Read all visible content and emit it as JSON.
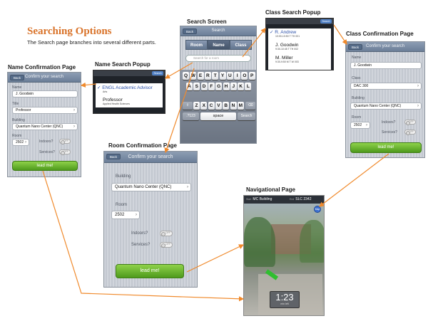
{
  "heading": {
    "title": "Searching Options",
    "subtitle": "The Search page branches into several different parts."
  },
  "captions": {
    "search_screen": "Search Screen",
    "class_search_popup": "Class Search Popup",
    "class_confirmation_page": "Class Confirmation Page",
    "name_search_popup": "Name Search Popup",
    "name_confirmation_page": "Name Confirmation Page",
    "room_confirmation_page": "Room Confirmation Page",
    "navigational_page": "Navigational Page"
  },
  "search_screen": {
    "back": "Back",
    "title": "Search",
    "segments": [
      "Room",
      "Name",
      "Class"
    ],
    "search_placeholder": "Search for a room",
    "keys_row1": [
      "Q",
      "W",
      "E",
      "R",
      "T",
      "Y",
      "U",
      "I",
      "O",
      "P"
    ],
    "keys_row2": [
      "A",
      "S",
      "D",
      "F",
      "G",
      "H",
      "J",
      "K",
      "L"
    ],
    "keys_row3": [
      "Z",
      "X",
      "C",
      "V",
      "B",
      "N",
      "M"
    ],
    "key_numbers": ".?123",
    "key_space": "space",
    "key_search": "Search"
  },
  "class_search_popup": {
    "button": "Search",
    "items": [
      {
        "check": "✓",
        "name": "R. Andrew",
        "detail": "10:00-10:50 T TH 001"
      },
      {
        "check": "",
        "name": "J. Goodwin",
        "detail": "9:30-10:45 T TH 002"
      },
      {
        "check": "",
        "name": "M. Miller",
        "detail": "9:30-9:50 M T W 003"
      }
    ]
  },
  "name_search_popup": {
    "button": "Search",
    "items": [
      {
        "check": "✓",
        "name": "ENGL Academic Advisor",
        "detail": "Arts"
      },
      {
        "check": "",
        "name": "Professor",
        "detail": "Applied Health Sciences"
      }
    ]
  },
  "class_confirmation": {
    "back": "Back",
    "title": "Confirm your search",
    "name_label": "Name",
    "name_value": "J. Goodwin",
    "class_label": "Class",
    "class_value": "DAC 300",
    "building_label": "Building",
    "building_value": "Quantum Nano Center (QNC)",
    "room_label": "Room",
    "room_value": "2502",
    "indoors_label": "Indoors?",
    "services_label": "Services?",
    "toggle_off": "OFF",
    "lead_button": "lead me!"
  },
  "name_confirmation": {
    "back": "Back",
    "title": "Confirm your search",
    "name_label": "Name",
    "name_value": "J. Goodwin",
    "title_label": "Title",
    "title_value": "Professor",
    "building_label": "Building",
    "building_value": "Quantum Nano Center (QNC)",
    "room_label": "Room",
    "room_value": "2502",
    "indoors_label": "Indoors?",
    "services_label": "Services?",
    "toggle_off": "OFF",
    "lead_button": "lead me!"
  },
  "room_confirmation": {
    "back": "Back",
    "title": "Confirm your search",
    "building_label": "Building",
    "building_value": "Quantum Nano Center (QNC)",
    "room_label": "Room",
    "room_value": "2502",
    "indoors_label": "Indoors?",
    "services_label": "Services?",
    "toggle_off": "OFF",
    "lead_button": "lead me!"
  },
  "navigational_page": {
    "start_key": "Start",
    "start_value": "MC Building",
    "end_key": "End",
    "end_value": "SLC 2342",
    "map_button": "Map",
    "timer_value": "1:23",
    "timer_unit": "min left"
  },
  "colors": {
    "title_orange": "#d9732a",
    "arrow_orange": "#f08a2c",
    "navbar_blue": "#6b7e98",
    "lead_green": "#5fae24"
  }
}
